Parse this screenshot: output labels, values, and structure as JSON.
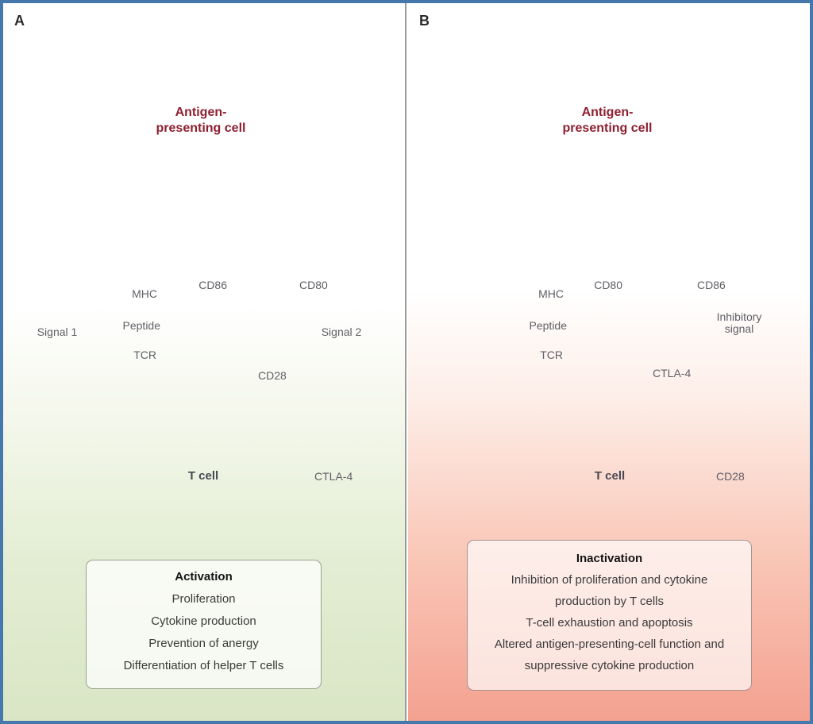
{
  "figure": {
    "border_color": "#4579ae",
    "divider_color": "#9b9b9b",
    "panel_a_bg_bottom": "#d9e6c5",
    "panel_b_bg_bottom": "#f4a190"
  },
  "colors": {
    "mhc": "#bc80bd",
    "peptide": "#f28b76",
    "tcr": "#68809f",
    "cd3_dark_green": "#22a184",
    "cd3_light_green": "#97c97f",
    "cd86": "#eec367",
    "cd80": "#5f9cca",
    "cd28": "#9193a4",
    "ctla4": "#abb269",
    "apc_body": "#f8e7d2",
    "apc_nucleus": "#d5a2ae",
    "apc_text": "#8e1f30",
    "tcell_nucleus": "#c9a5ce"
  },
  "panel_a": {
    "letter": "A",
    "apc_label": "Antigen-presenting cell",
    "labels": {
      "mhc": "MHC",
      "peptide": "Peptide",
      "tcr": "TCR",
      "signal_1": "Signal 1",
      "cd86": "CD86",
      "cd80": "CD80",
      "cd28": "CD28",
      "signal_2": "Signal 2",
      "t_cell": "T cell",
      "ctla4": "CTLA-4"
    },
    "box": {
      "title": "Activation",
      "items": [
        "Proliferation",
        "Cytokine production",
        "Prevention of anergy",
        "Differentiation of helper T cells"
      ]
    }
  },
  "panel_b": {
    "letter": "B",
    "apc_label": "Antigen-presenting cell",
    "labels": {
      "mhc": "MHC",
      "peptide": "Peptide",
      "tcr": "TCR",
      "cd80": "CD80",
      "cd86": "CD86",
      "ctla4": "CTLA-4",
      "inhibitory_signal": "Inhibitory signal",
      "t_cell": "T cell",
      "cd28": "CD28"
    },
    "box": {
      "title": "Inactivation",
      "items": [
        "Inhibition of proliferation and cytokine production by T cells",
        "T-cell exhaustion and apoptosis",
        "Altered antigen-presenting-cell function and suppressive cytokine production"
      ]
    }
  }
}
